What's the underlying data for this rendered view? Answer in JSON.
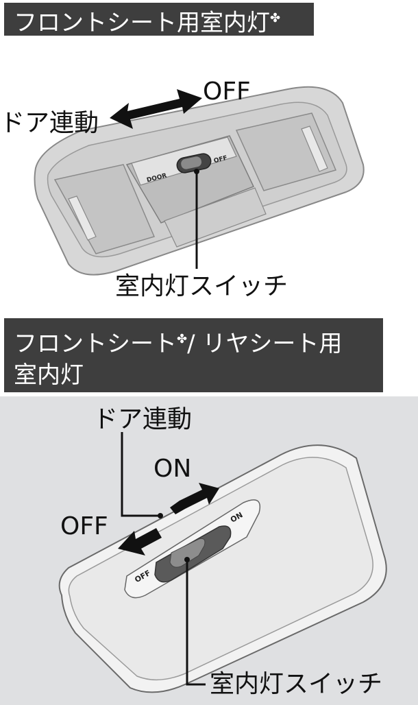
{
  "section1": {
    "title": "フロントシート用室内灯",
    "title_mark": "✤",
    "labels": {
      "door_linked": "ドア連動",
      "off": "OFF",
      "switch": "室内灯スイッチ",
      "switch_door_text": "DOOR",
      "switch_off_text": "OFF"
    }
  },
  "section2": {
    "title_line1": "フロントシート",
    "title_mark": "✤",
    "title_line1_rest": "/ リヤシート用",
    "title_line2": "室内灯",
    "labels": {
      "door_linked": "ドア連動",
      "on": "ON",
      "off": "OFF",
      "switch": "室内灯スイッチ",
      "switch_on_text": "ON",
      "switch_off_text": "OFF"
    }
  },
  "colors": {
    "header_bg": "#3e3e3e",
    "header_text": "#ffffff",
    "lamp_body": "#d9d9d9",
    "panel_bg": "#dfe0e2"
  }
}
